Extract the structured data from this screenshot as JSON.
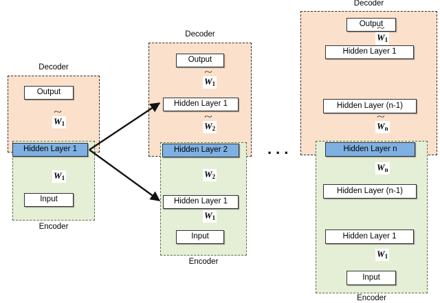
{
  "figure": {
    "type": "diagram",
    "subject": "stacked-autoencoder-greedy-layerwise-pretraining",
    "ellipsis": "..."
  },
  "captions": {
    "decoder": "Decoder",
    "encoder": "Encoder"
  },
  "stage1": {
    "caption_decoder": "Decoder",
    "caption_encoder": "Encoder",
    "nodes": {
      "output": "Output",
      "hidden1": "Hidden Layer 1",
      "input": "Input"
    },
    "weights": {
      "w_tilde_1": "W",
      "w_tilde_1_sub": "1",
      "w_1": "W",
      "w_1_sub": "1"
    }
  },
  "stage2": {
    "caption_decoder": "Decoder",
    "caption_encoder": "Encoder",
    "nodes": {
      "output": "Output",
      "dec_hidden1": "Hidden Layer 1",
      "hidden2": "Hidden Layer 2",
      "enc_hidden1": "Hidden Layer 1",
      "input": "Input"
    },
    "weights": {
      "w_tilde_1": "W",
      "w_tilde_1_sub": "1",
      "w_tilde_2": "W",
      "w_tilde_2_sub": "2",
      "w_2": "W",
      "w_2_sub": "2",
      "w_1": "W",
      "w_1_sub": "1"
    }
  },
  "stage3": {
    "caption_decoder": "Decoder",
    "caption_encoder": "Encoder",
    "nodes": {
      "output": "Output",
      "dec_hidden1": "Hidden Layer 1",
      "dec_hidden_nm1": "Hidden Layer (n-1)",
      "hidden_n": "Hidden Layer n",
      "enc_hidden_nm1": "Hidden Layer (n-1)",
      "enc_hidden1": "Hidden Layer 1",
      "input": "Input"
    },
    "weights": {
      "w_tilde_1": "W",
      "w_tilde_1_sub": "1",
      "w_tilde_n": "W",
      "w_tilde_n_sub": "n",
      "w_n": "W",
      "w_n_sub": "n",
      "w_1": "W",
      "w_1_sub": "1"
    }
  },
  "colors": {
    "decoder_fill": "#fbe0cb",
    "encoder_fill": "#e4efd6",
    "hidden_highlight": "#7fb0e3",
    "node_fill": "#ffffff",
    "stroke": "#2f2f2f"
  }
}
